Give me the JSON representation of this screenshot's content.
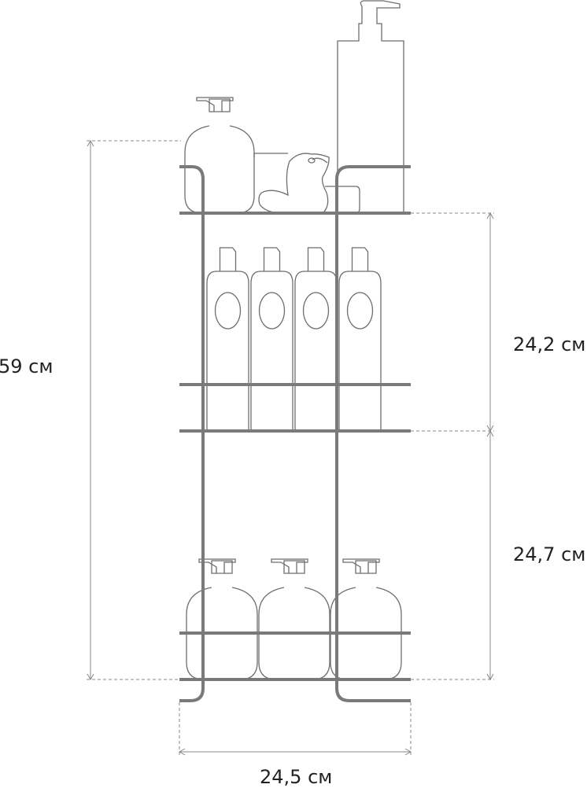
{
  "dimensions": {
    "total_height": "59 см",
    "upper_section_height": "24,2 см",
    "lower_section_height": "24,7 см",
    "width": "24,5 см"
  },
  "colors": {
    "frame": "#7a7a7a",
    "outline": "#6e6e6e",
    "dimension_line": "#888888",
    "text": "#222222"
  }
}
